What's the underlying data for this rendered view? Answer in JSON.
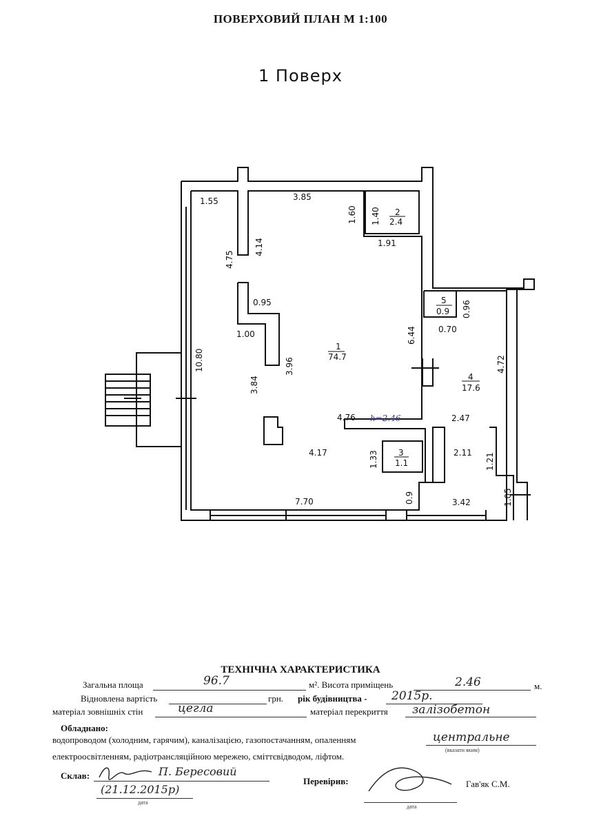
{
  "header": {
    "title": "ПОВЕРХОВИЙ ПЛАН   М 1:100",
    "floor_label": "1 Поверх"
  },
  "plan": {
    "dimensions": {
      "d155": "1.55",
      "d385": "3.85",
      "d160": "1.60",
      "d140": "1.40",
      "d191": "1.91",
      "d475": "4.75",
      "d414": "4.14",
      "d095": "0.95",
      "d100": "1.00",
      "d396": "3.96",
      "d384": "3.84",
      "d1080": "10.80",
      "d644": "6.44",
      "d070": "0.70",
      "d096": "0.96",
      "d472": "4.72",
      "d476": "4.76",
      "d247": "2.47",
      "d417": "4.17",
      "d133": "1.33",
      "d211": "2.11",
      "d121": "1.21",
      "d770": "7.70",
      "d09": "0.9",
      "d342": "3.42",
      "d105": "1.05"
    },
    "rooms": {
      "r1_num": "1",
      "r1_area": "74.7",
      "r2_num": "2",
      "r2_area": "2.4",
      "r3_num": "3",
      "r3_area": "1.1",
      "r4_num": "4",
      "r4_area": "17.6",
      "r5_num": "5",
      "r5_area": "0.9"
    },
    "height_note": "h=2.46"
  },
  "tech": {
    "title": "ТЕХНІЧНА ХАРАКТЕРИСТИКА",
    "total_area_label": "Загальна площа",
    "total_area_value": "96.7",
    "total_area_unit": "м². Висота приміщень",
    "height_value": "2.46",
    "height_unit": "м.",
    "restored_cost_label": "Відновлена вартість",
    "currency": "грн.",
    "year_label": "рік будівництва -",
    "year_value": "2015р.",
    "walls_label": "матеріал зовнішніх стін",
    "walls_value": "цегла",
    "ceiling_label": "матеріал перекриття",
    "ceiling_value": "залізобетон",
    "equipped_label": "Обладнано:",
    "equipped_text1": "водопроводом (холодним, гарячим), каналізацією, газопостачанням, опаленням",
    "heating_value": "центральне",
    "heating_hint": "(вказати яким)",
    "equipped_text2": "електроосвітленням, радіотрансляційною мережею, сміттєвідводом, ліфтом.",
    "compiled_label": "Склав:",
    "compiled_name": "П. Бересовий",
    "compiled_date": "(21.12.2015р)",
    "date_hint": "дата",
    "checked_label": "Перевірив:",
    "checked_name": "Гав'як С.М."
  }
}
